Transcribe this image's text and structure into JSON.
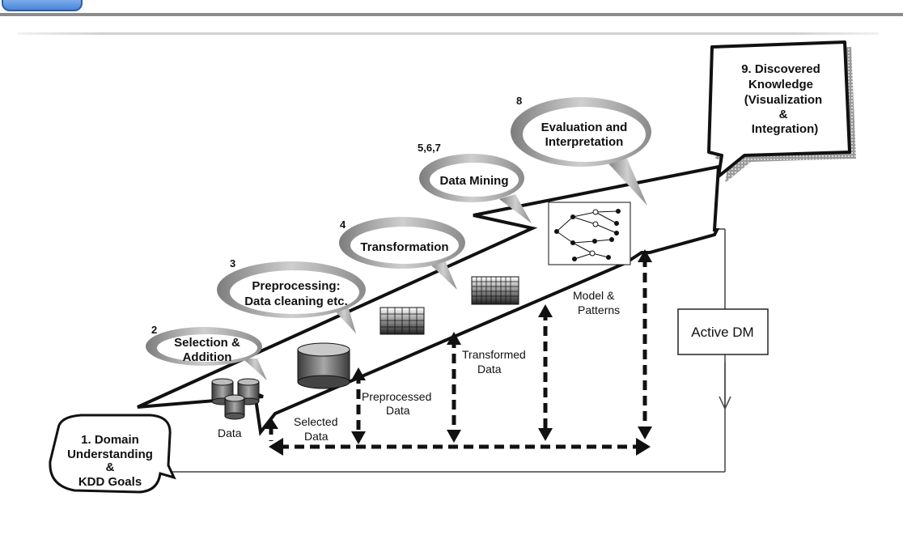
{
  "diagram": {
    "steps": {
      "s1": {
        "line1": "1.  Domain",
        "line2": "Understanding",
        "line3": "&",
        "line4": "KDD Goals"
      },
      "s2": {
        "num": "2",
        "line1": "Selection &",
        "line2": "Addition"
      },
      "s3": {
        "num": "3",
        "line1": "Preprocessing:",
        "line2": "Data cleaning etc."
      },
      "s4": {
        "num": "4",
        "line1": "Transformation"
      },
      "s5": {
        "num": "5,6,7",
        "line1": "Data Mining"
      },
      "s8": {
        "num": "8",
        "line1": "Evaluation and",
        "line2": "Interpretation"
      },
      "s9": {
        "line1": "9.  Discovered",
        "line2": "Knowledge",
        "line3": "(Visualization",
        "line4": "&",
        "line5": "Integration)"
      }
    },
    "labels": {
      "data": "Data",
      "selected1": "Selected",
      "selected2": "Data",
      "preprocessed1": "Preprocessed",
      "preprocessed2": "Data",
      "transformed1": "Transformed",
      "transformed2": "Data",
      "model1": "Model &",
      "model2": "Patterns",
      "active": "Active DM"
    }
  }
}
